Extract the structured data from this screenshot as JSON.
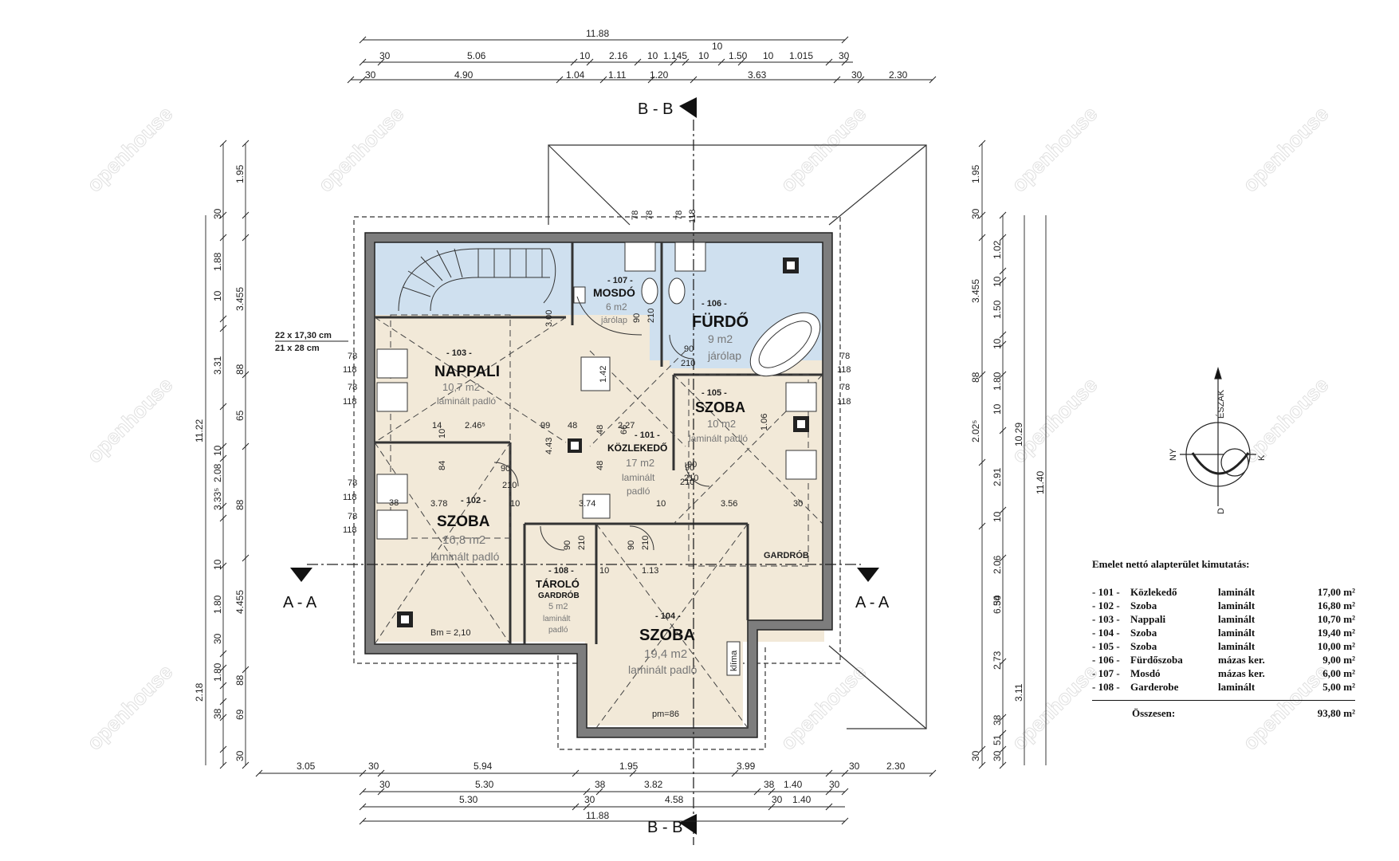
{
  "dims_top": {
    "row1": [
      "11.88"
    ],
    "row1b": [
      "10"
    ],
    "row2": [
      "30",
      "5.06",
      "10",
      "2.16",
      "10",
      "1.145",
      "10",
      "1.50",
      "10",
      "1.015",
      "30"
    ],
    "row3": [
      "30",
      "4.90",
      "1.04",
      "1.11",
      "1.20",
      "3.63",
      "30",
      "2.30"
    ]
  },
  "dims_bottom": {
    "row1": [
      "3.05",
      "30",
      "5.94",
      "1.95",
      "3.82",
      "3.99",
      "30",
      "2.30"
    ],
    "row2": [
      "30",
      "5.30",
      "38",
      "38",
      "1.40",
      "30"
    ],
    "row3": [
      "5.30",
      "30",
      "4.58",
      "30",
      "1.40"
    ],
    "row4": [
      "11.88"
    ]
  },
  "dims_left": {
    "outer": [
      "11.22",
      "2.18"
    ],
    "mid": [
      "1.95",
      "3.455",
      "3.31",
      "2.08",
      "3.33⁵",
      "4.455"
    ],
    "inner": [
      "30",
      "1.88",
      "10",
      "88",
      "65",
      "10",
      "88",
      "10",
      "1.80",
      "30",
      "1.80",
      "88",
      "38",
      "69",
      "30"
    ]
  },
  "dims_right": {
    "outer": [
      "11.40",
      "3.11"
    ],
    "mid": [
      "10.29",
      "6.54"
    ],
    "mid2": [
      "1.95",
      "3.455",
      "2.02⁵",
      "2.91",
      "2.06",
      "2.73"
    ],
    "inner": [
      "30",
      "1.02",
      "10",
      "1.50",
      "10",
      "1.80",
      "10",
      "88",
      "10",
      "30",
      "30",
      "38",
      "51",
      "30"
    ]
  },
  "window_note": [
    "22 x 17,30 cm",
    "21 x 28     cm"
  ],
  "sections": {
    "bb_top": "B - B",
    "bb_bottom": "B - B",
    "aa_left": "A - A",
    "aa_right": "A - A"
  },
  "rooms": [
    {
      "code": "- 103 -",
      "name": "NAPPALI",
      "area": "10,7 m2",
      "floor": "laminált padló"
    },
    {
      "code": "- 102 -",
      "name": "SZOBA",
      "area": "16,8 m2",
      "floor": "laminált padló"
    },
    {
      "code": "- 101 -",
      "name": "KÖZLEKEDŐ",
      "area": "17 m2",
      "floor": "laminált",
      "floor2": "padló"
    },
    {
      "code": "- 105 -",
      "name": "SZOBA",
      "area": "10 m2",
      "floor": "laminált padló"
    },
    {
      "code": "- 104 -",
      "name": "SZOBA",
      "area": "19,4 m2",
      "floor": "laminált padló"
    },
    {
      "code": "- 107 -",
      "name": "MOSDÓ",
      "area": "6 m2",
      "floor": "járólap"
    },
    {
      "code": "- 106 -",
      "name": "FÜRDŐ",
      "area": "9 m2",
      "floor": "járólap"
    },
    {
      "code": "- 108 -",
      "name": "TÁROLÓ",
      "name2": "GARDRÓB",
      "area": "5 m2",
      "floor": "laminált",
      "floor2": "padló"
    }
  ],
  "labels": {
    "gardrob": "GARDRÓB",
    "klima": "klíma",
    "bm": "Bm = 2,10",
    "pm": "pm=86",
    "north": "ÉSZAK",
    "west": "NY",
    "east": "K",
    "south": "D"
  },
  "interior_dims": [
    "78",
    "118",
    "78",
    "118",
    "78",
    "118",
    "78",
    "118",
    "78",
    "78",
    "78",
    "118",
    "78",
    "118",
    "78",
    "118",
    "14",
    "2.46⁵",
    "99",
    "48",
    "2.27",
    "10",
    "84",
    "90",
    "210",
    "90",
    "210",
    "90",
    "210",
    "90",
    "210",
    "3.78",
    "10",
    "3.74",
    "10",
    "3.56",
    "30",
    "38",
    "90",
    "210",
    "90",
    "210",
    "10",
    "1.13",
    "4.43",
    "3.00",
    "1.42",
    "48",
    "48",
    "66",
    "90",
    "210",
    "1.06"
  ],
  "area_table": {
    "title": "Emelet nettó alapterület kimutatás:",
    "rows": [
      {
        "num": "- 101 -",
        "name": "Közlekedő",
        "floor": "laminált",
        "val": "17,00 m²"
      },
      {
        "num": "- 102 -",
        "name": "Szoba",
        "floor": "laminált",
        "val": "16,80 m²"
      },
      {
        "num": "- 103 -",
        "name": "Nappali",
        "floor": "laminált",
        "val": "10,70 m²"
      },
      {
        "num": "- 104 -",
        "name": "Szoba",
        "floor": "laminált",
        "val": "19,40 m²"
      },
      {
        "num": "- 105 -",
        "name": "Szoba",
        "floor": "laminált",
        "val": "10,00 m²"
      },
      {
        "num": "- 106 -",
        "name": "Fürdőszoba",
        "floor": "mázas ker.",
        "val": "9,00 m²"
      },
      {
        "num": "- 107 -",
        "name": "Mosdó",
        "floor": "mázas ker.",
        "val": "6,00 m²"
      },
      {
        "num": "- 108 -",
        "name": "Garderobe",
        "floor": "laminált",
        "val": "5,00 m²"
      }
    ],
    "total_label": "Összesen:",
    "total_val": "93,80 m²"
  },
  "watermark": "openhouse",
  "colors": {
    "room": "#f2e9d8",
    "bath": "#cfe0ef",
    "wall": "#7d7d7d",
    "line": "#222222"
  }
}
